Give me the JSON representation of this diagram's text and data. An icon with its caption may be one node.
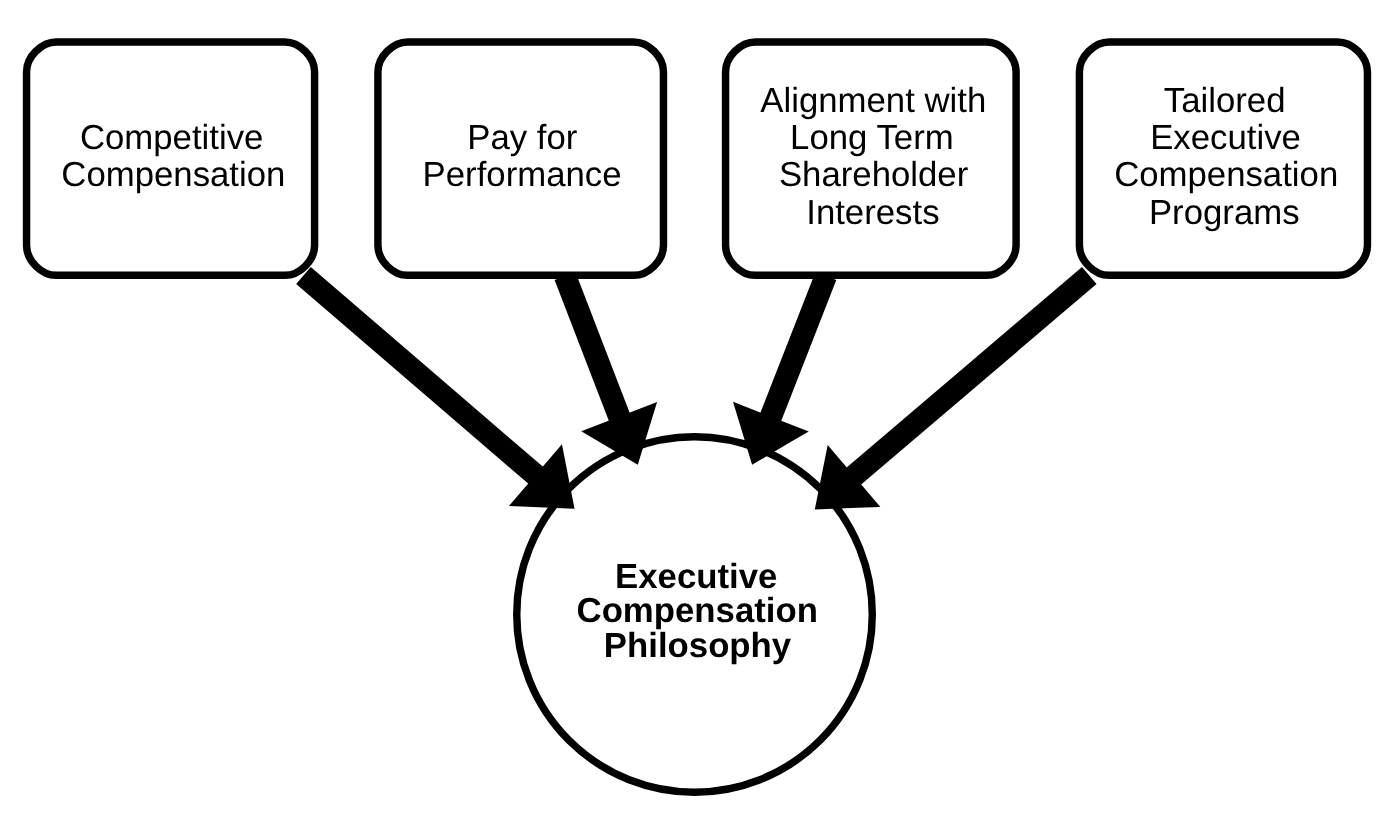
{
  "diagram": {
    "nodes": [
      {
        "text": [
          "Competitive Compensation"
        ]
      },
      {
        "text": [
          "Pay for Performance"
        ]
      },
      {
        "text": [
          "Alignment with Long Term Shareholder Interests"
        ]
      },
      {
        "text": [
          "Tailored Executive Compensation Programs"
        ]
      },
      {
        "text": [
          "Executive Compensation Philosophy"
        ]
      }
    ],
    "edges": [
      {
        "from": 0,
        "to": 4,
        "arrow": "to"
      },
      {
        "from": 1,
        "to": 4,
        "arrow": "to"
      },
      {
        "from": 2,
        "to": 4,
        "arrow": "to"
      },
      {
        "from": 3,
        "to": 4,
        "arrow": "to"
      }
    ]
  }
}
